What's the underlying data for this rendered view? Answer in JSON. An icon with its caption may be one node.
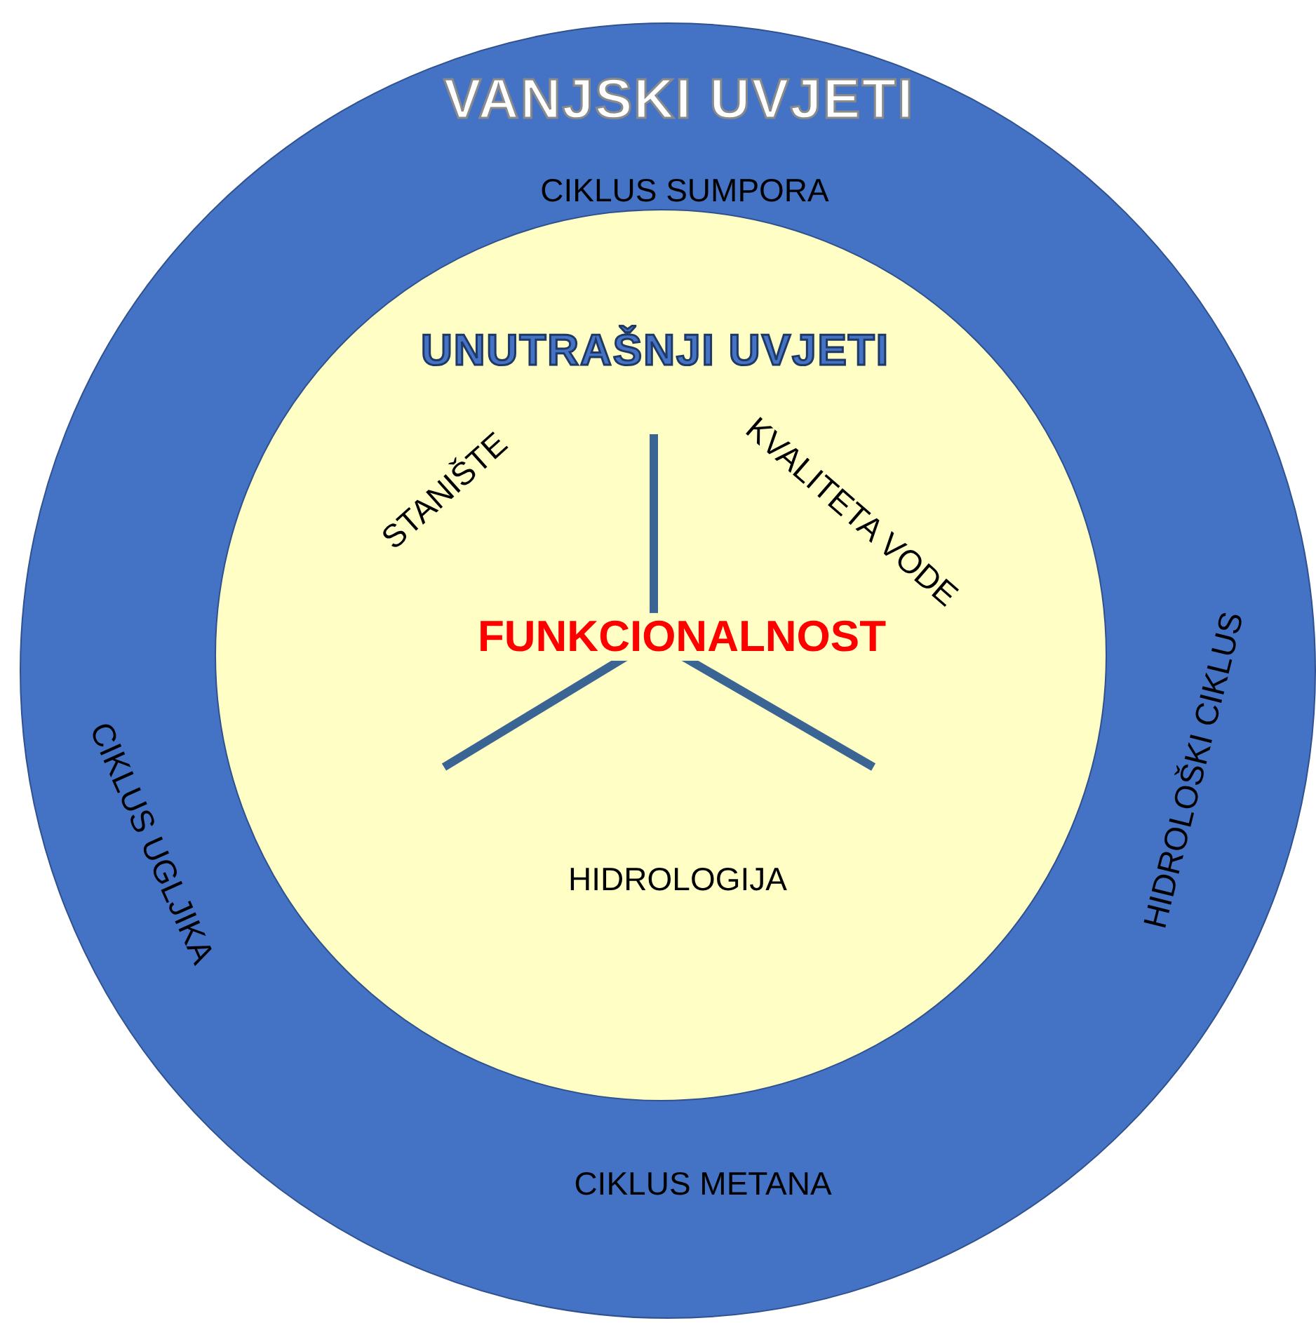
{
  "diagram": {
    "nodes": [
      {
        "text": [
          "VANJSKI UVJETI",
          "CIKLUS SUMPORA",
          "CIKLUS UGLJIKA",
          "HIDROLOŠKI CIKLUS",
          "CIKLUS METANA"
        ]
      },
      {
        "text": [
          "UNUTRAŠNJI UVJETI",
          "STANIŠTE",
          "KVALITETA VODE",
          "FUNKCIONALNOST",
          "HIDROLOGIJA"
        ],
        "in": 0
      }
    ]
  }
}
